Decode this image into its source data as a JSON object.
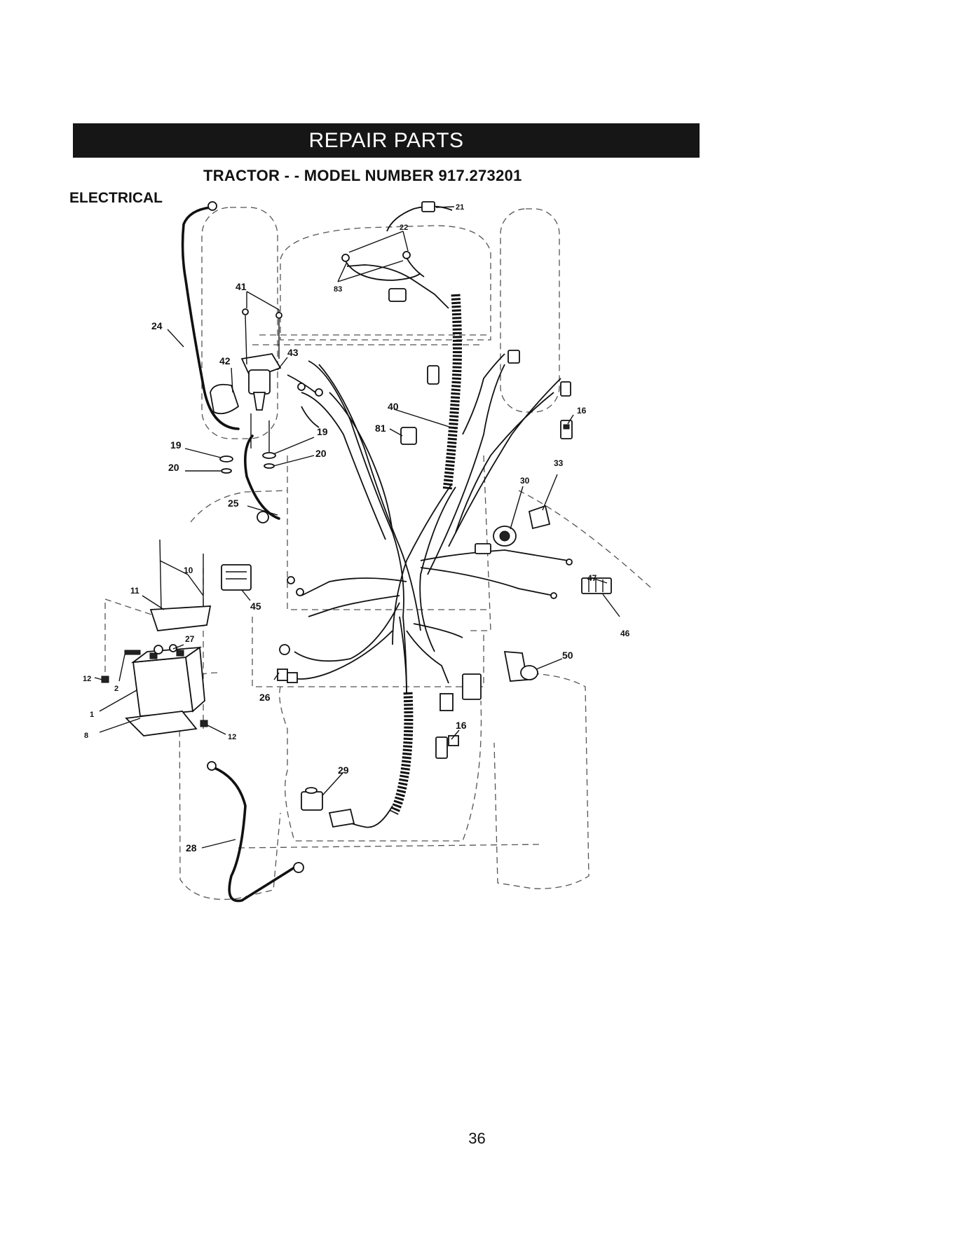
{
  "header": {
    "banner": "REPAIR PARTS",
    "subtitle": "TRACTOR - - MODEL NUMBER 917.273201",
    "section": "ELECTRICAL"
  },
  "callouts": [
    "22",
    "21",
    "83",
    "41",
    "24",
    "42",
    "43",
    "40",
    "16",
    "81",
    "19",
    "19",
    "20",
    "20",
    "33",
    "30",
    "25",
    "10",
    "47",
    "11",
    "45",
    "46",
    "27",
    "50",
    "12",
    "2",
    "1",
    "8",
    "26",
    "12",
    "16",
    "29",
    "28"
  ],
  "page_number": "36"
}
